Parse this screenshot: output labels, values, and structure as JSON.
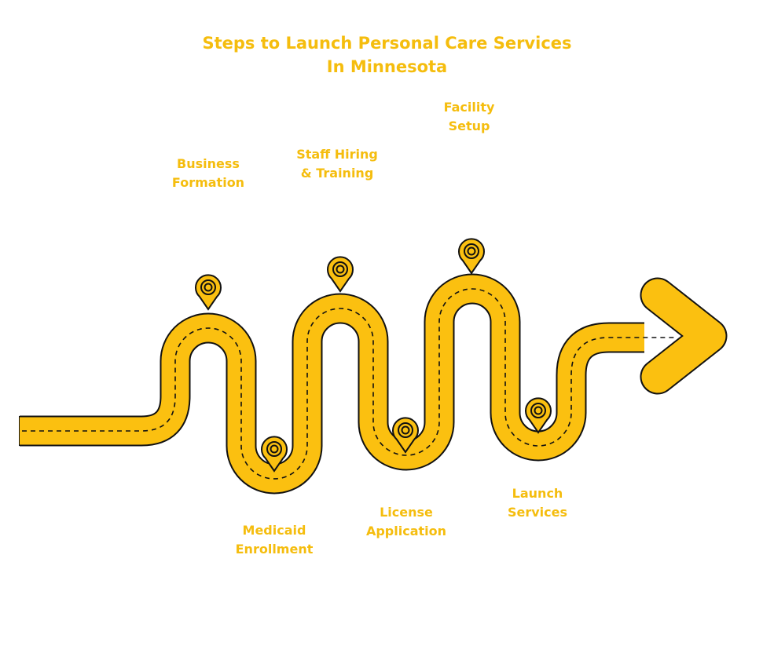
{
  "title": {
    "line1": "Steps to Launch Personal Care Services",
    "line2": "In Minnesota"
  },
  "colors": {
    "accent": "#f5bd0e",
    "road": "#fbc010",
    "outline": "#111111"
  },
  "steps": [
    {
      "line1": "Business",
      "line2": "Formation"
    },
    {
      "line1": "Medicaid",
      "line2": "Enrollment"
    },
    {
      "line1": "Staff Hiring",
      "line2": "& Training"
    },
    {
      "line1": "License",
      "line2": "Application"
    },
    {
      "line1": "Facility",
      "line2": "Setup"
    },
    {
      "line1": "Launch",
      "line2": "Services"
    }
  ]
}
